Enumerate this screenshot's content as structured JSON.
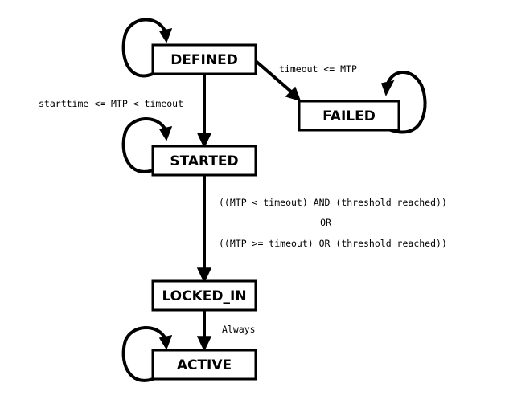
{
  "states": {
    "defined": "DEFINED",
    "failed": "FAILED",
    "started": "STARTED",
    "locked_in": "LOCKED_IN",
    "active": "ACTIVE"
  },
  "transitions": {
    "defined_to_failed": "timeout <= MTP",
    "defined_to_started": "starttime <= MTP < timeout",
    "started_to_locked_in": {
      "line1": "((MTP < timeout) AND (threshold reached))",
      "line2": "OR",
      "line3": "((MTP >= timeout) OR (threshold reached))"
    },
    "locked_in_to_active": "Always"
  }
}
